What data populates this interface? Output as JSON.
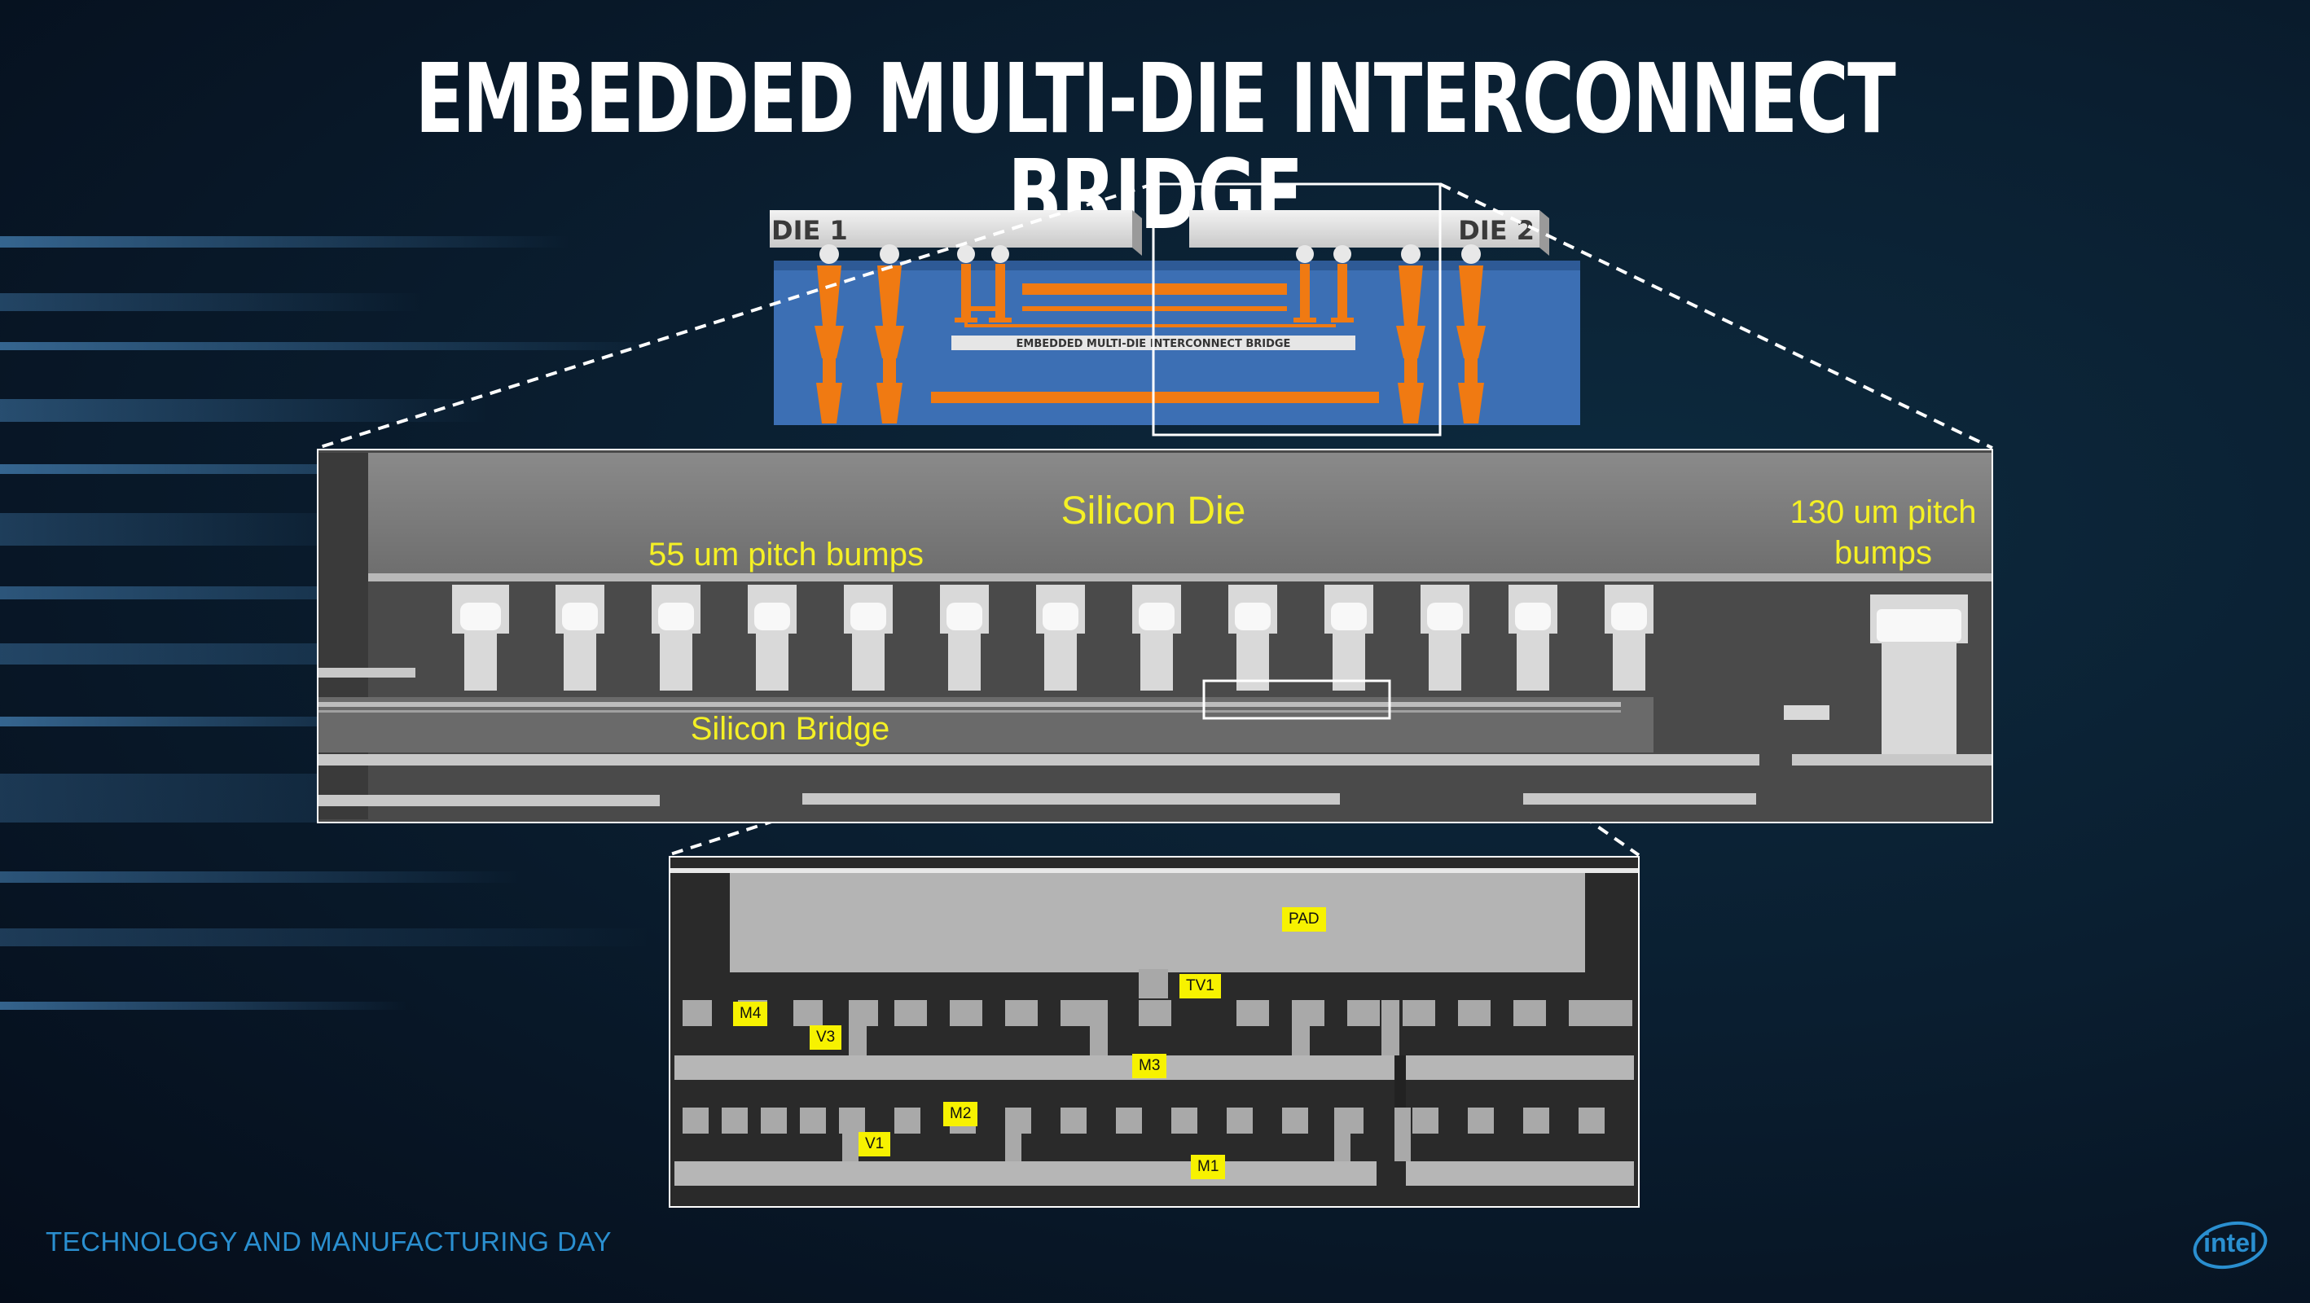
{
  "slide": {
    "title": "EMBEDDED MULTI-DIE INTERCONNECT BRIDGE",
    "footer": "TECHNOLOGY AND MANUFACTURING DAY",
    "logo_text": "intel"
  },
  "schematic": {
    "die1_label": "DIE 1",
    "die2_label": "DIE 2",
    "bridge_label": "EMBEDDED MULTI-DIE INTERCONNECT BRIDGE"
  },
  "cross_section": {
    "silicon_die": "Silicon Die",
    "fine_pitch": "55 um pitch bumps",
    "coarse_pitch_line1": "130 um pitch",
    "coarse_pitch_line2": "bumps",
    "silicon_bridge": "Silicon Bridge"
  },
  "metal_stack": {
    "tags": [
      "PAD",
      "TV1",
      "M4",
      "V3",
      "M3",
      "M2",
      "V1",
      "M1"
    ]
  },
  "colors": {
    "accent_yellow": "#f4f025",
    "tag_yellow": "#f7f200",
    "orange_interconnect": "#f07a12",
    "substrate_blue": "#3c6fb4",
    "footer_blue": "#2a8fd0"
  }
}
